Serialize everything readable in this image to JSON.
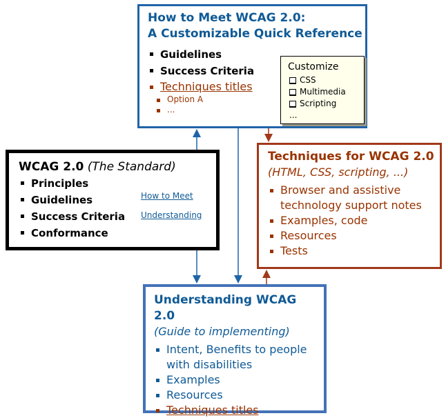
{
  "colors": {
    "blue": "#1F64A8",
    "blue_text": "#0F5A96",
    "brown": "#993300",
    "black": "#000000",
    "note_bg": "#FFFFEB"
  },
  "quickref": {
    "title_line1": "How to Meet WCAG 2.0:",
    "title_line2": "A Customizable Quick Reference",
    "items": [
      "Guidelines",
      "Success Criteria"
    ],
    "techniques_link": "Techniques titles",
    "sub_items": [
      "Option A",
      "..."
    ],
    "customize": {
      "title": "Customize",
      "options": [
        "CSS",
        "Multimedia",
        "Scripting"
      ],
      "more": "..."
    }
  },
  "standard": {
    "title": "WCAG 2.0",
    "subtitle": "(The Standard)",
    "items": [
      "Principles",
      "Guidelines",
      "Success Criteria",
      "Conformance"
    ],
    "links": {
      "how_to_meet": "How to Meet",
      "understanding": "Understanding"
    }
  },
  "techniques": {
    "title": "Techniques for WCAG 2.0",
    "subtitle": "(HTML, CSS, scripting, ...)",
    "items": [
      "Browser and assistive technology support notes",
      "Examples, code",
      "Resources",
      "Tests"
    ]
  },
  "understanding": {
    "title": "Understanding WCAG 2.0",
    "subtitle": "(Guide to implementing)",
    "items": [
      "Intent, Benefits to people with disabilities",
      "Examples",
      "Resources"
    ],
    "techniques_link": "Techniques titles"
  }
}
